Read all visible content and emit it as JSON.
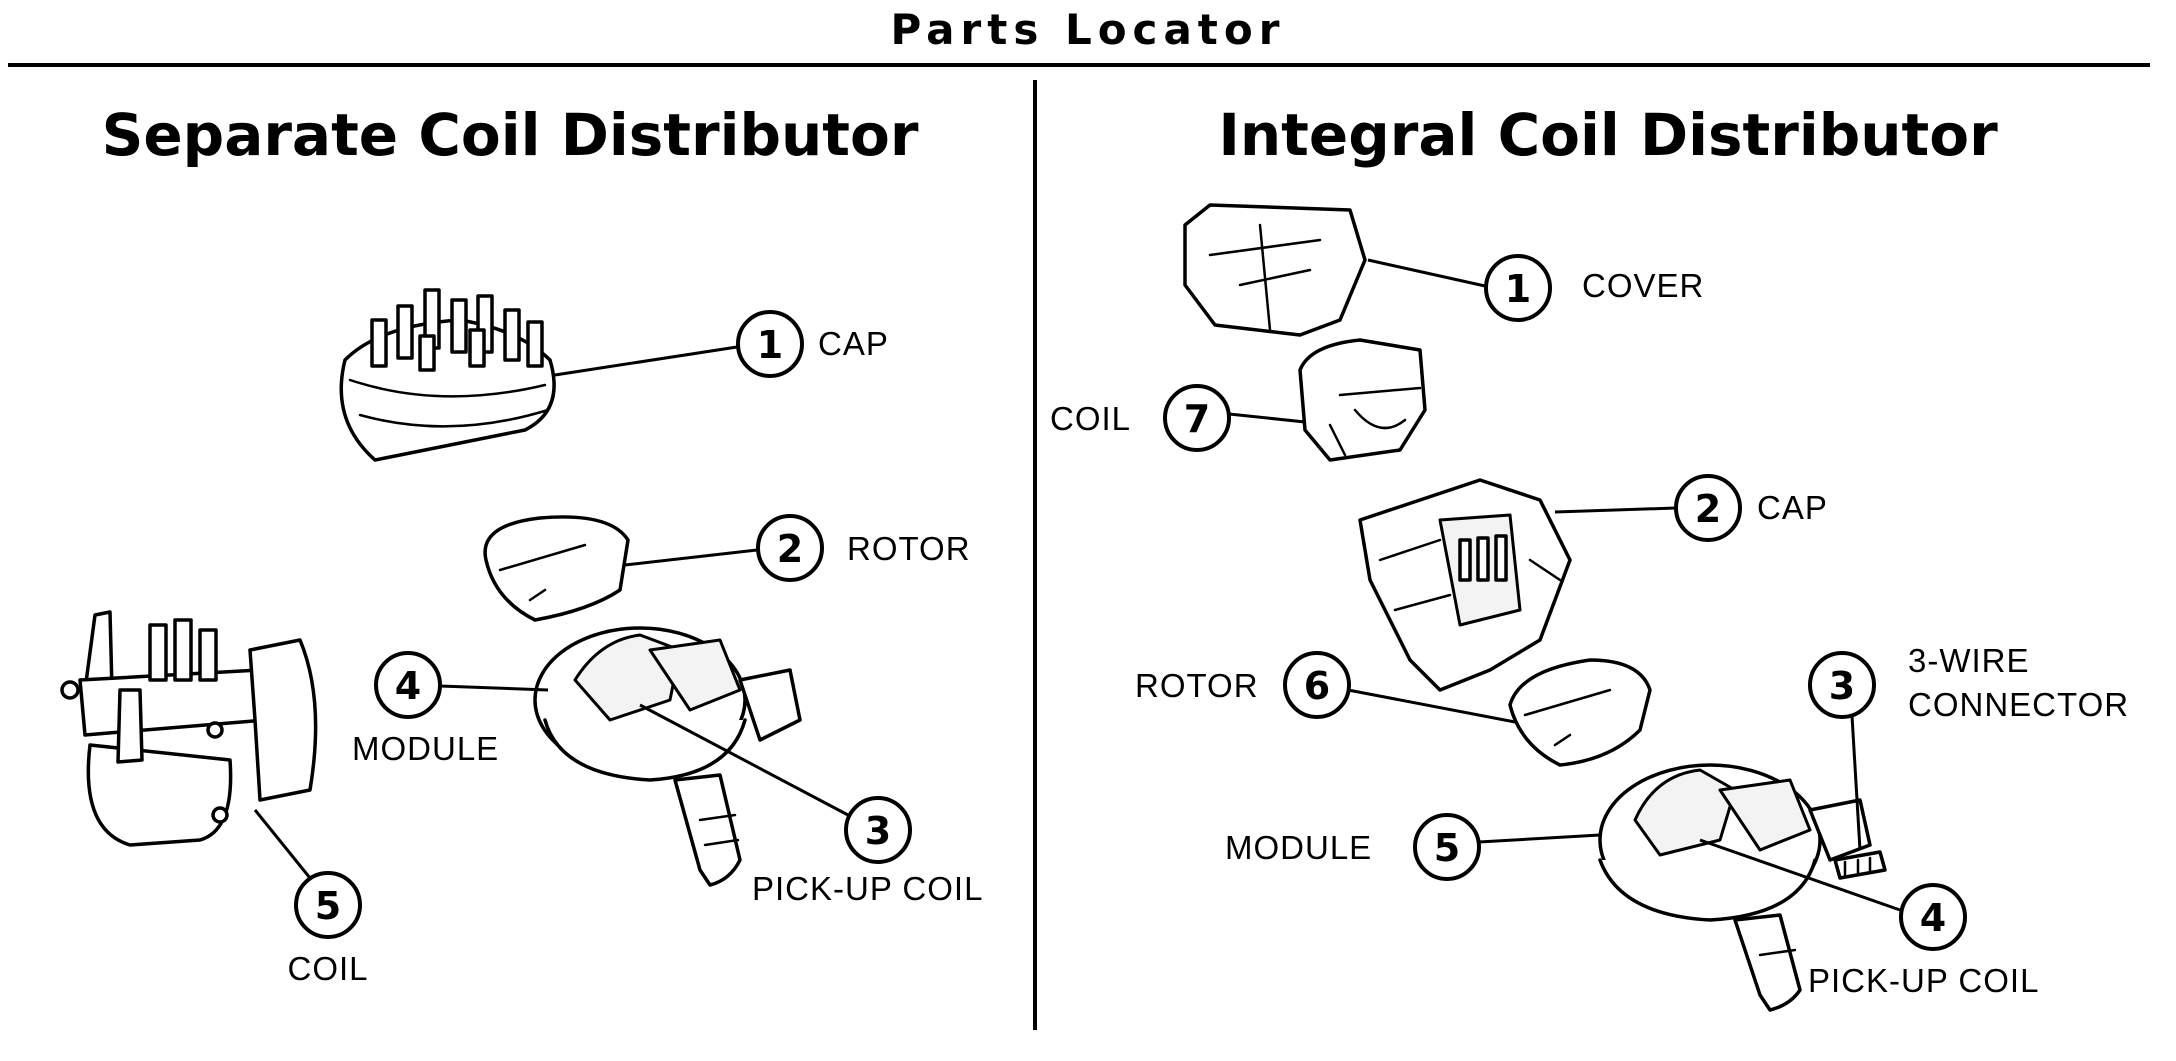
{
  "title": "Parts Locator",
  "left_panel": {
    "heading": "Separate Coil Distributor",
    "callouts": {
      "cap": {
        "num": "1",
        "label": "CAP"
      },
      "rotor": {
        "num": "2",
        "label": "ROTOR"
      },
      "pickup_coil": {
        "num": "3",
        "label": "PICK-UP COIL"
      },
      "module": {
        "num": "4",
        "label": "MODULE"
      },
      "coil": {
        "num": "5",
        "label": "COIL"
      }
    }
  },
  "right_panel": {
    "heading": "Integral Coil Distributor",
    "callouts": {
      "cover": {
        "num": "1",
        "label": "COVER"
      },
      "cap": {
        "num": "2",
        "label": "CAP"
      },
      "connector": {
        "num": "3",
        "label_line1": "3-WIRE",
        "label_line2": "CONNECTOR"
      },
      "pickup_coil": {
        "num": "4",
        "label": "PICK-UP COIL"
      },
      "module": {
        "num": "5",
        "label": "MODULE"
      },
      "rotor": {
        "num": "6",
        "label": "ROTOR"
      },
      "coil": {
        "num": "7",
        "label": "COIL"
      }
    }
  },
  "colors": {
    "ink": "#000000",
    "paper": "#ffffff"
  }
}
